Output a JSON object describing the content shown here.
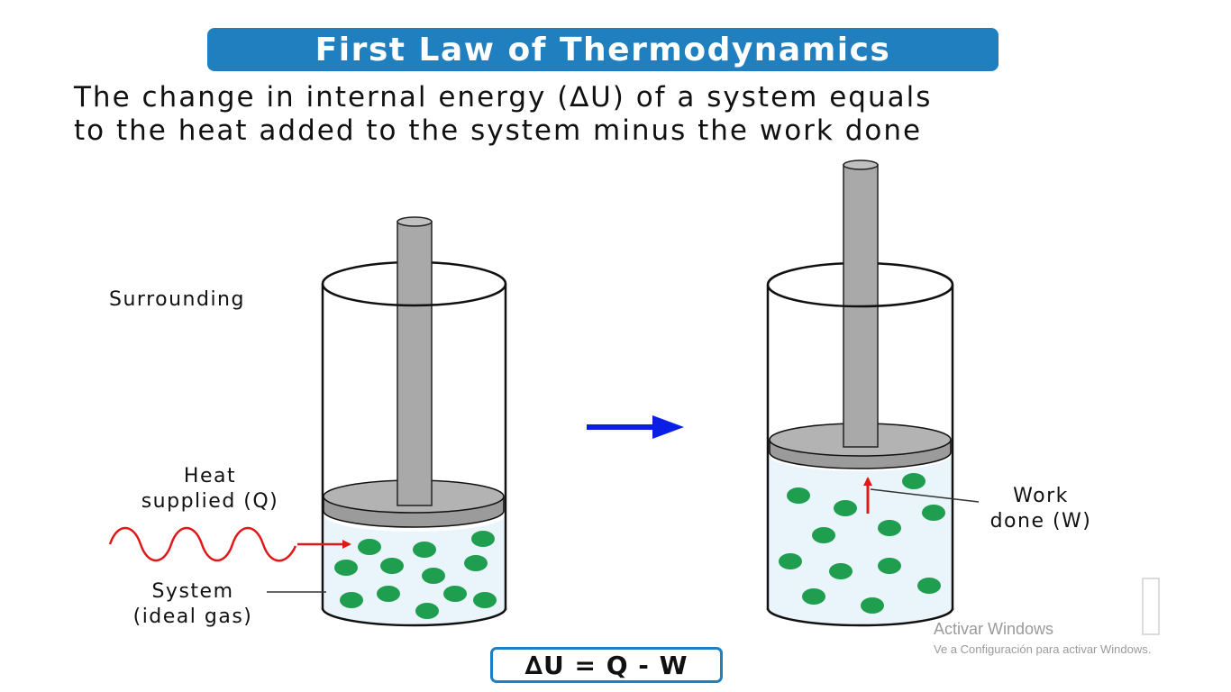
{
  "title": "First Law of Thermodynamics",
  "subtitle_lines": [
    "The change in internal energy (∆U) of a system equals",
    "to the heat added to the system minus the work done"
  ],
  "labels": {
    "surrounding": "Surrounding",
    "heat_line1": "Heat",
    "heat_line2": "supplied (Q)",
    "system_line1": "System",
    "system_line2": "(ideal gas)",
    "work_line1": "Work",
    "work_line2": "done (W)"
  },
  "formula": "∆U = Q - W",
  "watermark": {
    "title": "Activar Windows",
    "subtitle": "Ve a Configuración para activar Windows."
  },
  "colors": {
    "banner": "#1f7fbf",
    "gas_fill": "#eaf5fb",
    "molecule": "#1f9e4f",
    "piston": "#a9a9a9",
    "arrow_transition": "#0a1ee6",
    "arrow_heat_work": "#e01818",
    "heat_wave": "#e01818"
  },
  "icons": {
    "transition_arrow": "right-arrow-icon",
    "heat_wave": "sine-wave-icon"
  }
}
